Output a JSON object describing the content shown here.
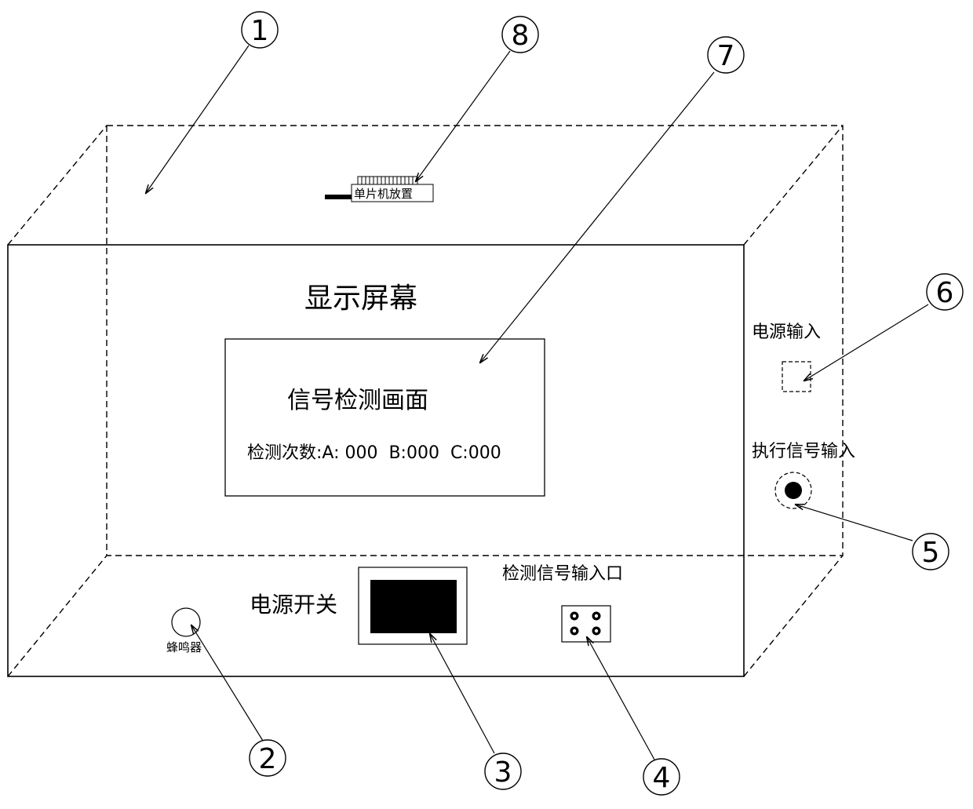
{
  "labels": {
    "display_screen": "显示屏幕",
    "signal_screen_title": "信号检测画面",
    "count_label": "检测次数:A: 000  B:000  C:000",
    "power_input": "电源输入",
    "exec_signal_input": "执行信号输入",
    "detect_signal_port": "检测信号输入口",
    "power_switch": "电源开关",
    "buzzer": "蜂鸣器",
    "mcu_placement": "单片机放置"
  },
  "callouts": {
    "c1": "1",
    "c2": "2",
    "c3": "3",
    "c4": "4",
    "c5": "5",
    "c6": "6",
    "c7": "7",
    "c8": "8"
  }
}
